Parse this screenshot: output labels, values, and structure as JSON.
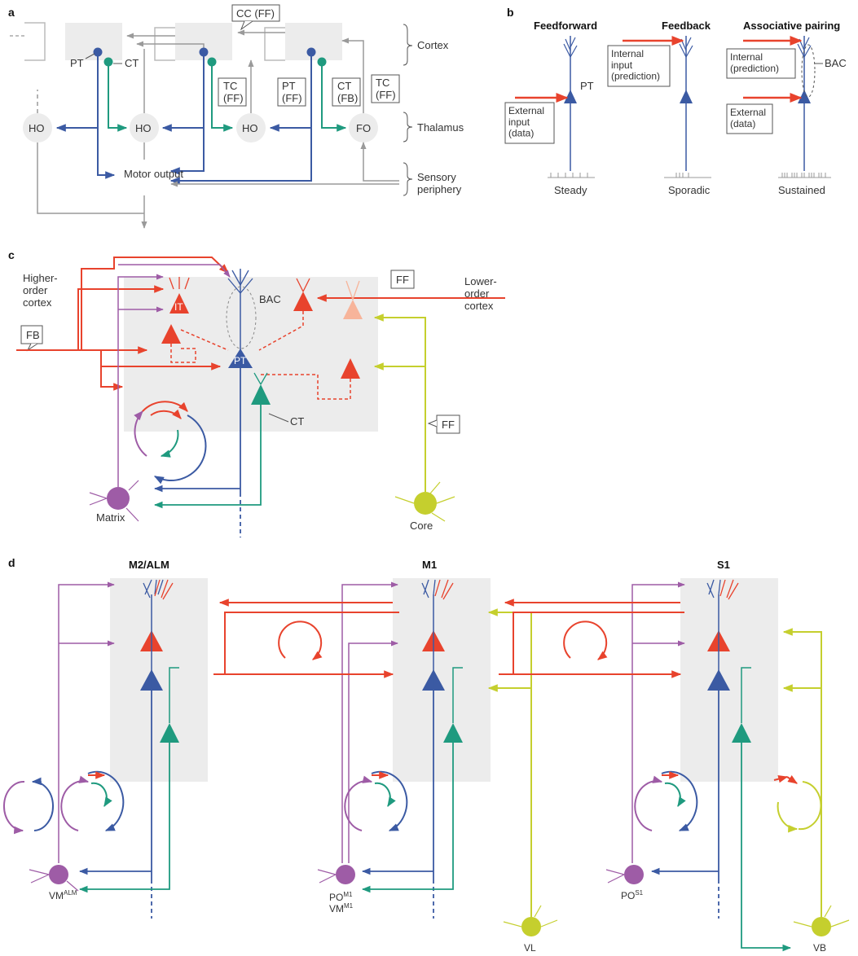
{
  "colors": {
    "pt_blue": "#3b5aa3",
    "ct_teal": "#1f9a7f",
    "it_red": "#e8432d",
    "it_light": "#f7b49a",
    "matrix_purple": "#9e5ca6",
    "core_yellow": "#c5cf2e",
    "grey": "#9a9a9a",
    "shade": "#ececec"
  },
  "panel_a": {
    "label": "a",
    "pt": "PT",
    "ct": "CT",
    "cc_ff": "CC (FF)",
    "tc_ff": "TC\n(FF)",
    "pt_ff": "PT\n(FF)",
    "ct_fb": "CT\n(FB)",
    "tc_ff2": "TC\n(FF)",
    "ho1": "HO",
    "ho2": "HO",
    "ho3": "HO",
    "fo": "FO",
    "motor": "Motor\noutput",
    "cortex": "Cortex",
    "thalamus": "Thalamus",
    "sensory": "Sensory\nperiphery"
  },
  "panel_b": {
    "label": "b",
    "feedforward": "Feedforward",
    "feedback": "Feedback",
    "associative": "Associative pairing",
    "pt": "PT",
    "external_input": "External\ninput\n(data)",
    "internal_input": "Internal\ninput\n(prediction)",
    "internal_pred": "Internal\n(prediction)",
    "external_data": "External\n(data)",
    "bac": "BAC",
    "steady": "Steady",
    "sporadic": "Sporadic",
    "sustained": "Sustained"
  },
  "panel_c": {
    "label": "c",
    "higher_order": "Higher-\norder\ncortex",
    "lower_order": "Lower-\norder\ncortex",
    "fb": "FB",
    "ff": "FF",
    "ff2": "FF",
    "bac": "BAC",
    "it": "IT",
    "pt": "PT",
    "ct": "CT",
    "matrix": "Matrix",
    "core": "Core"
  },
  "panel_d": {
    "label": "d",
    "m2alm": "M2/ALM",
    "m1": "M1",
    "s1": "S1",
    "vm_alm": "VM",
    "vm_alm_sup": "ALM",
    "po_m1": "PO",
    "po_m1_sup": "M1",
    "vm_m1": "VM",
    "vm_m1_sup": "M1",
    "po_s1": "PO",
    "po_s1_sup": "S1",
    "vl": "VL",
    "vb": "VB"
  }
}
